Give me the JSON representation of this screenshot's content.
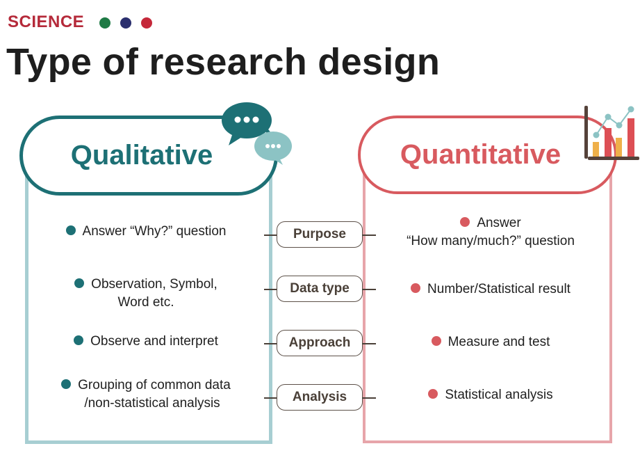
{
  "header": {
    "category": "SCIENCE",
    "category_color": "#b52a3a",
    "dots": [
      {
        "name": "green-dot",
        "color": "#1f7a45"
      },
      {
        "name": "navy-dot",
        "color": "#2b2f6e"
      },
      {
        "name": "red-dot",
        "color": "#c5283a"
      }
    ],
    "title": "Type of research design"
  },
  "qualitative": {
    "heading": "Qualitative",
    "color": "#1d7075",
    "icon": "speech-bubbles-icon",
    "items": [
      {
        "lines": [
          "Answer “Why?” question"
        ]
      },
      {
        "lines": [
          "Observation, Symbol,",
          "Word etc."
        ]
      },
      {
        "lines": [
          "Observe and interpret"
        ]
      },
      {
        "lines": [
          "Grouping of common data",
          "/non-statistical analysis"
        ]
      }
    ]
  },
  "quantitative": {
    "heading": "Quantitative",
    "color": "#d85a5f",
    "icon": "bar-chart-icon",
    "items": [
      {
        "lines": [
          "Answer",
          "“How many/much?” question"
        ]
      },
      {
        "lines": [
          "Number/Statistical result"
        ]
      },
      {
        "lines": [
          "Measure and test"
        ]
      },
      {
        "lines": [
          "Statistical analysis"
        ]
      }
    ]
  },
  "criteria": [
    {
      "label": "Purpose"
    },
    {
      "label": "Data type"
    },
    {
      "label": "Approach"
    },
    {
      "label": "Analysis"
    }
  ]
}
